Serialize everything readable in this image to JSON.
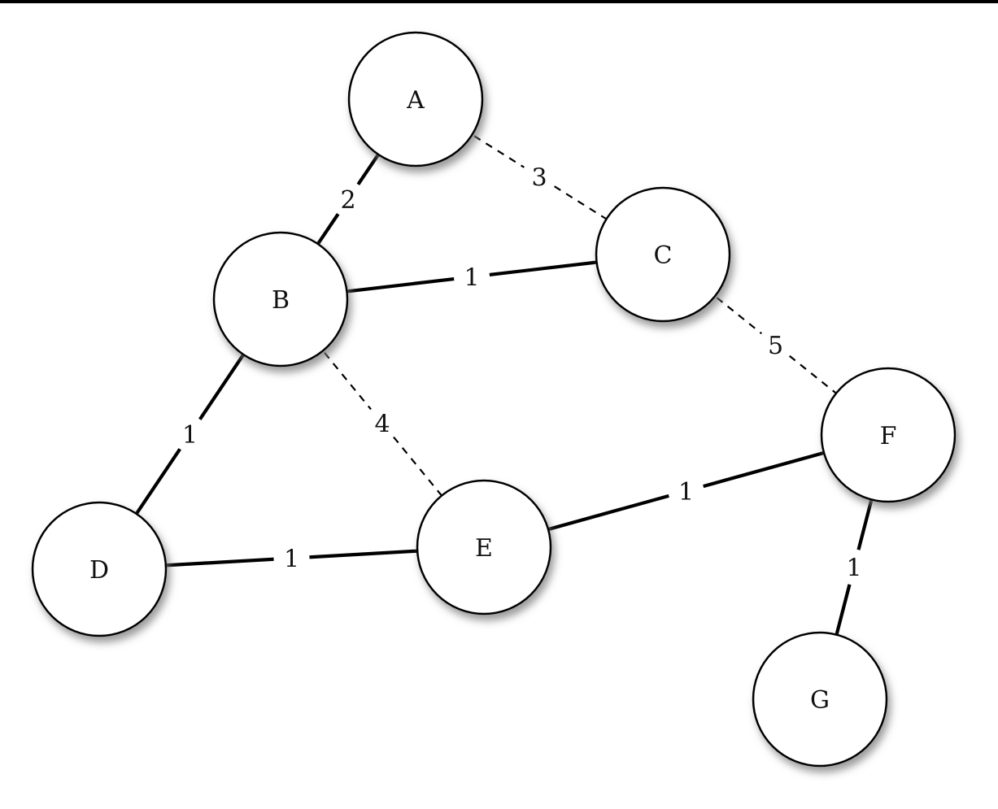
{
  "diagram": {
    "nodes": [
      {
        "id": "A",
        "label": "A"
      },
      {
        "id": "B",
        "label": "B"
      },
      {
        "id": "C",
        "label": "C"
      },
      {
        "id": "D",
        "label": "D"
      },
      {
        "id": "E",
        "label": "E"
      },
      {
        "id": "F",
        "label": "F"
      },
      {
        "id": "G",
        "label": "G"
      }
    ],
    "edges": [
      {
        "from": "A",
        "to": "B",
        "weight": "2",
        "style": "solid"
      },
      {
        "from": "A",
        "to": "C",
        "weight": "3",
        "style": "dashed"
      },
      {
        "from": "B",
        "to": "C",
        "weight": "1",
        "style": "solid"
      },
      {
        "from": "C",
        "to": "F",
        "weight": "5",
        "style": "dashed"
      },
      {
        "from": "B",
        "to": "D",
        "weight": "1",
        "style": "solid"
      },
      {
        "from": "B",
        "to": "E",
        "weight": "4",
        "style": "dashed"
      },
      {
        "from": "D",
        "to": "E",
        "weight": "1",
        "style": "solid"
      },
      {
        "from": "E",
        "to": "F",
        "weight": "1",
        "style": "solid"
      },
      {
        "from": "F",
        "to": "G",
        "weight": "1",
        "style": "solid"
      }
    ],
    "colors": {
      "stroke": "#000000",
      "node_fill": "#ffffff",
      "shadow": "#9a9a9a"
    }
  }
}
